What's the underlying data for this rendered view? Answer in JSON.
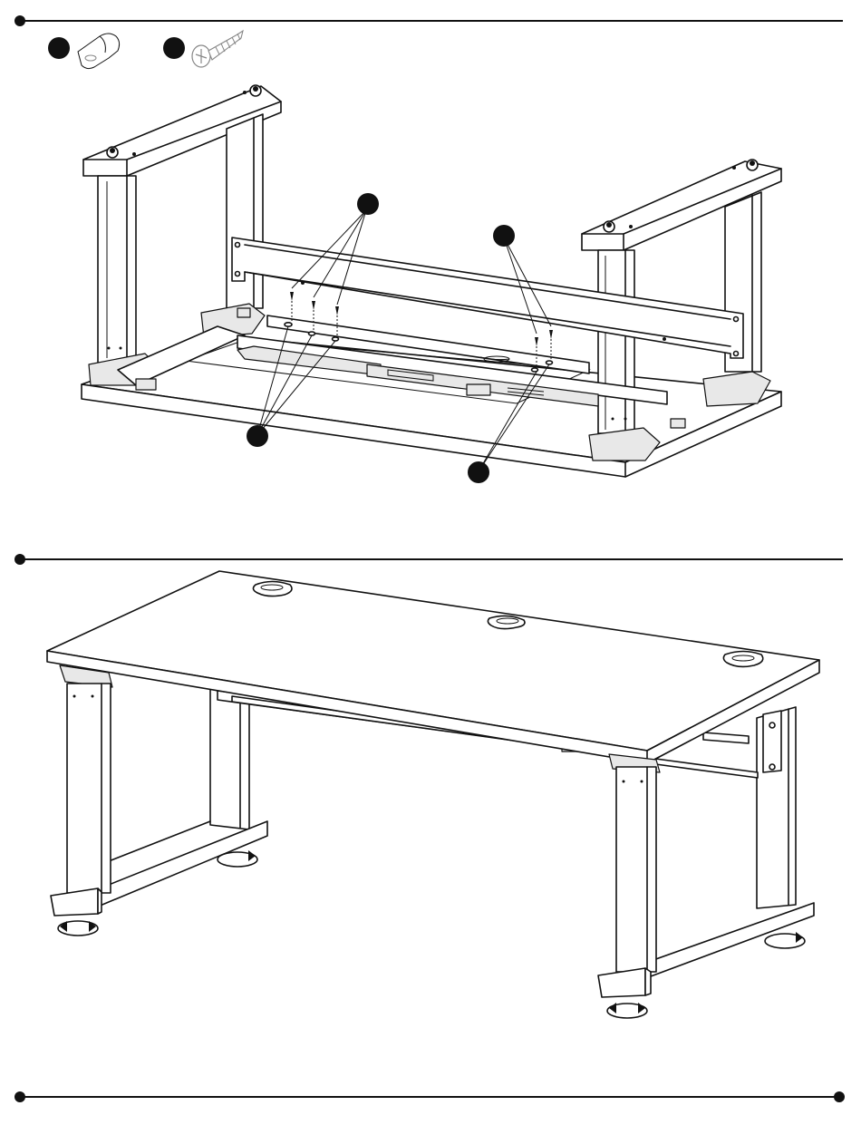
{
  "page": {
    "title": "",
    "step_labels": []
  },
  "hardware": {
    "parts": [
      {
        "id": "cable-clip",
        "icon": "cable-clip-icon"
      },
      {
        "id": "screw",
        "icon": "screw-icon"
      }
    ]
  },
  "callouts": {
    "top_figure": [
      "callout-1",
      "callout-2",
      "callout-3",
      "callout-4"
    ]
  },
  "colors": {
    "ink": "#111111",
    "paper": "#ffffff",
    "shade": "#e8e8e8"
  }
}
